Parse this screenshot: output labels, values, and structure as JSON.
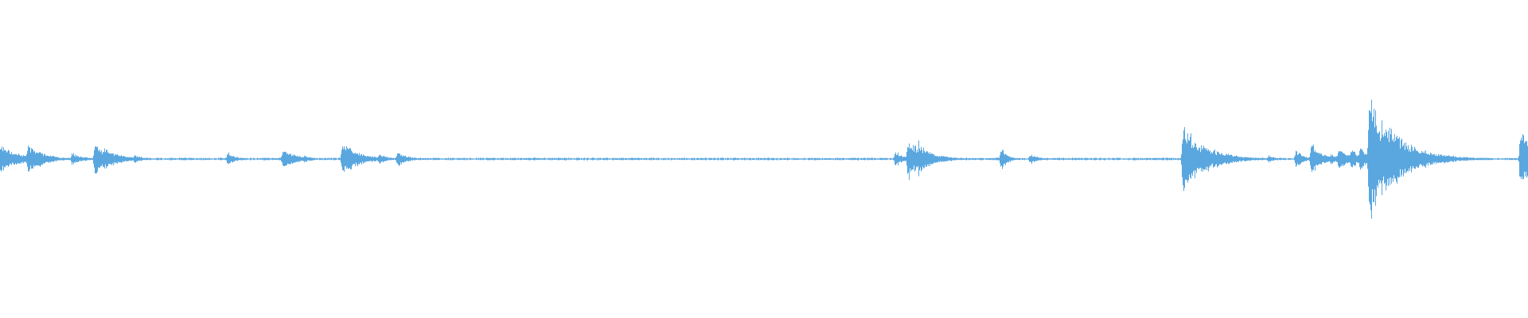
{
  "waveform": {
    "color": "#5aa7e0",
    "background": "#ffffff",
    "duration_fraction": 1.0,
    "baseline_amplitude": 0.006,
    "bursts": [
      {
        "t": 0.0,
        "amp": 0.1,
        "decay": 0.012
      },
      {
        "t": 0.018,
        "amp": 0.11,
        "decay": 0.01
      },
      {
        "t": 0.026,
        "amp": 0.05,
        "decay": 0.008
      },
      {
        "t": 0.047,
        "amp": 0.05,
        "decay": 0.006
      },
      {
        "t": 0.062,
        "amp": 0.11,
        "decay": 0.012
      },
      {
        "t": 0.068,
        "amp": 0.08,
        "decay": 0.01
      },
      {
        "t": 0.088,
        "amp": 0.03,
        "decay": 0.006
      },
      {
        "t": 0.149,
        "amp": 0.05,
        "decay": 0.005
      },
      {
        "t": 0.185,
        "amp": 0.08,
        "decay": 0.008
      },
      {
        "t": 0.199,
        "amp": 0.03,
        "decay": 0.005
      },
      {
        "t": 0.224,
        "amp": 0.13,
        "decay": 0.01
      },
      {
        "t": 0.238,
        "amp": 0.03,
        "decay": 0.005
      },
      {
        "t": 0.248,
        "amp": 0.04,
        "decay": 0.005
      },
      {
        "t": 0.26,
        "amp": 0.06,
        "decay": 0.006
      },
      {
        "t": 0.586,
        "amp": 0.06,
        "decay": 0.005
      },
      {
        "t": 0.594,
        "amp": 0.14,
        "decay": 0.012
      },
      {
        "t": 0.601,
        "amp": 0.12,
        "decay": 0.008
      },
      {
        "t": 0.617,
        "amp": 0.03,
        "decay": 0.005
      },
      {
        "t": 0.655,
        "amp": 0.09,
        "decay": 0.004
      },
      {
        "t": 0.674,
        "amp": 0.04,
        "decay": 0.005
      },
      {
        "t": 0.774,
        "amp": 0.23,
        "decay": 0.016
      },
      {
        "t": 0.83,
        "amp": 0.03,
        "decay": 0.004
      },
      {
        "t": 0.848,
        "amp": 0.07,
        "decay": 0.005
      },
      {
        "t": 0.858,
        "amp": 0.11,
        "decay": 0.008
      },
      {
        "t": 0.871,
        "amp": 0.04,
        "decay": 0.005
      },
      {
        "t": 0.876,
        "amp": 0.1,
        "decay": 0.006
      },
      {
        "t": 0.884,
        "amp": 0.08,
        "decay": 0.005
      },
      {
        "t": 0.89,
        "amp": 0.09,
        "decay": 0.005
      },
      {
        "t": 0.896,
        "amp": 0.49,
        "decay": 0.01
      },
      {
        "t": 0.904,
        "amp": 0.29,
        "decay": 0.018
      },
      {
        "t": 0.995,
        "amp": 0.24,
        "decay": 0.012
      }
    ]
  }
}
